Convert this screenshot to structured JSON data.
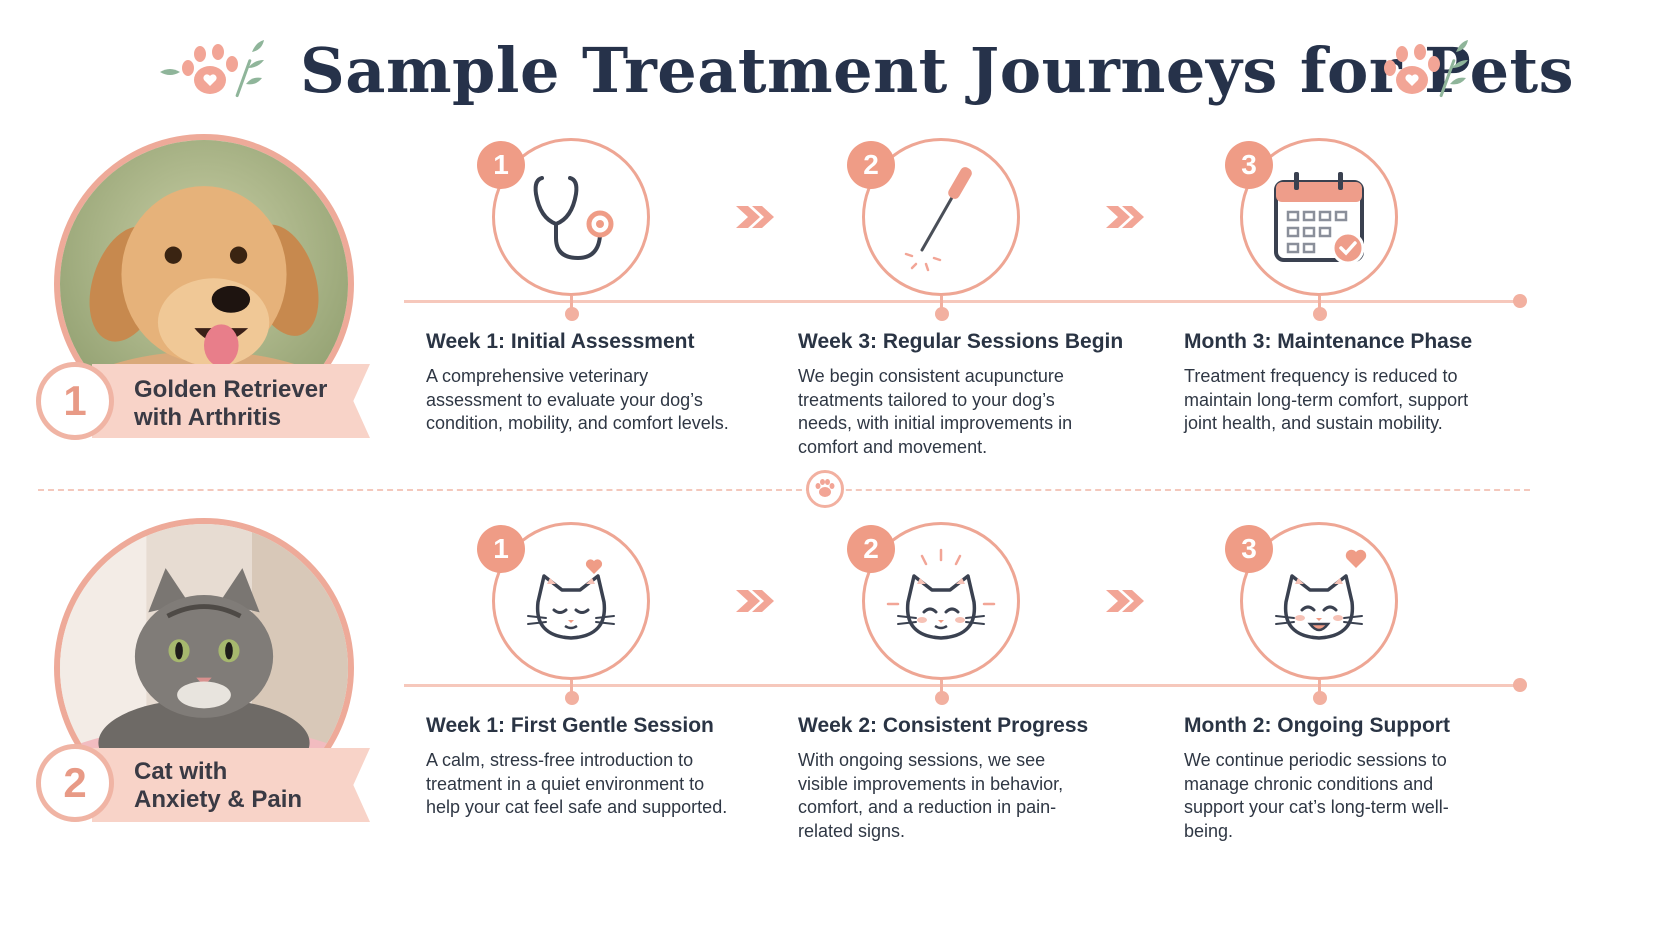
{
  "header": {
    "title": "Sample Treatment Journeys for Pets",
    "left_decoration_icon": "paw-leaf-icon",
    "right_decoration_icon": "paw-leaf-icon"
  },
  "colors": {
    "accent": "#ef9c86",
    "accent_light": "#f8d3c8",
    "title": "#26324a",
    "text": "#2a3444"
  },
  "journeys": [
    {
      "number": "1",
      "pet_label_line1": "Golden Retriever",
      "pet_label_line2": "with Arthritis",
      "photo": "golden-retriever-photo",
      "steps": [
        {
          "number": "1",
          "icon": "stethoscope-icon",
          "title": "Week 1: Initial Assessment",
          "desc": "A comprehensive veterinary assessment to evaluate your dog’s condition, mobility, and comfort levels."
        },
        {
          "number": "2",
          "icon": "acupuncture-needle-icon",
          "title": "Week 3: Regular Sessions Begin",
          "desc": "We begin consistent acupuncture treatments tailored to your dog’s needs, with initial improvements in comfort and movement."
        },
        {
          "number": "3",
          "icon": "calendar-check-icon",
          "title": "Month 3: Maintenance Phase",
          "desc": "Treatment frequency is reduced to maintain long-term comfort, support joint health, and sustain mobility."
        }
      ]
    },
    {
      "number": "2",
      "pet_label_line1": "Cat with",
      "pet_label_line2": "Anxiety & Pain",
      "photo": "tabby-cat-photo",
      "steps": [
        {
          "number": "1",
          "icon": "calm-cat-heart-icon",
          "title": "Week 1: First Gentle Session",
          "desc": "A calm, stress-free introduction to treatment in a quiet environment to help your cat feel safe and supported."
        },
        {
          "number": "2",
          "icon": "happy-cat-icon",
          "title": "Week 2: Consistent Progress",
          "desc": "With ongoing sessions, we see visible improvements in behavior, comfort, and a reduction in pain-related signs."
        },
        {
          "number": "3",
          "icon": "joyful-cat-heart-icon",
          "title": "Month 2: Ongoing Support",
          "desc": "We continue periodic sessions to manage chronic conditions and support your cat’s long-term well-being."
        }
      ]
    }
  ]
}
